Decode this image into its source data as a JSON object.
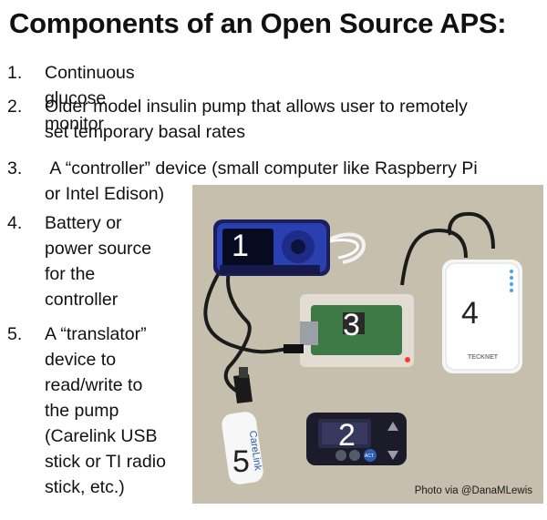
{
  "title": "Components of an Open Source APS:",
  "items": [
    {
      "num": "1.",
      "lines": [
        "Continuous glucose monitor"
      ]
    },
    {
      "num": "2.",
      "lines": [
        "Older model insulin pump that allows user to remotely",
        "set temporary basal rates"
      ]
    },
    {
      "num": "3.",
      "lines": [
        " A “controller” device (small computer like Raspberry Pi",
        "or Intel Edison)"
      ]
    },
    {
      "num": "4.",
      "lines": [
        "Battery or",
        "power source",
        "for the",
        "controller"
      ]
    },
    {
      "num": "5.",
      "lines": [
        "A “translator”",
        "device to",
        "read/write to",
        "the pump",
        "(Carelink USB",
        "stick or TI radio",
        "stick, etc.)"
      ]
    }
  ],
  "photo": {
    "labels": [
      "1",
      "2",
      "3",
      "4",
      "5"
    ],
    "device_texts": {
      "battery_brand": "TECKNET",
      "usb_stick": "CareLink",
      "pump_button": "ACT"
    },
    "credit": "Photo via @DanaMLewis"
  }
}
